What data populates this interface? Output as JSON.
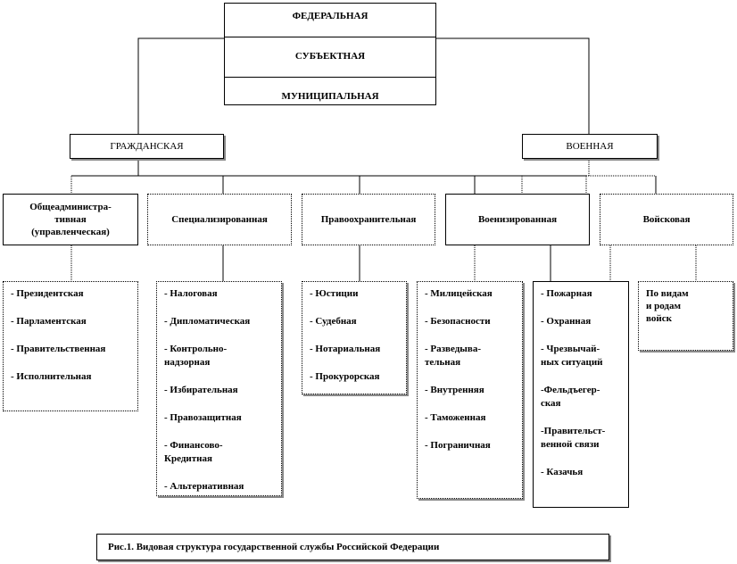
{
  "levels": [
    "ФЕДЕРАЛЬНАЯ",
    "СУБЪЕКТНАЯ",
    "МУНИЦИПАЛЬНАЯ"
  ],
  "branches": {
    "civil": "ГРАЖДАНСКАЯ",
    "military": "ВОЕННАЯ"
  },
  "categories": [
    {
      "title": "Общеадминистра-\nтивная\n(управленческая)",
      "items": [
        "- Президентская",
        "- Парламентская",
        "- Правительственная",
        "- Исполнительная"
      ]
    },
    {
      "title": "Специализированная",
      "items": [
        "- Налоговая",
        "- Дипломатическая",
        "- Контрольно-\nнадзорная",
        "- Избирательная",
        "- Правозащитная",
        "- Финансово-\nКредитная",
        "- Альтернативная"
      ]
    },
    {
      "title": "Правоохранительная",
      "items": [
        "- Юстиции",
        "- Судебная",
        "- Нотариальная",
        "- Прокурорская"
      ]
    },
    {
      "title": "Военизированная",
      "items": [
        "- Милицейская",
        "- Безопасности",
        "- Разведыва-\nтельная",
        "- Внутренняя",
        "- Таможенная",
        "- Пограничная"
      ]
    },
    {
      "title": "Войсковая",
      "items": [
        "По видам\nи родам\nвойск"
      ]
    }
  ],
  "extra_list": [
    "- Пожарная",
    "- Охранная",
    "- Чрезвычай-\nных ситуаций",
    "-Фельдъегер-\nская",
    "-Правительст-\nвенной связи",
    "- Казачья"
  ],
  "caption": "Рис.1. Видовая структура государственной службы Российской Федерации"
}
